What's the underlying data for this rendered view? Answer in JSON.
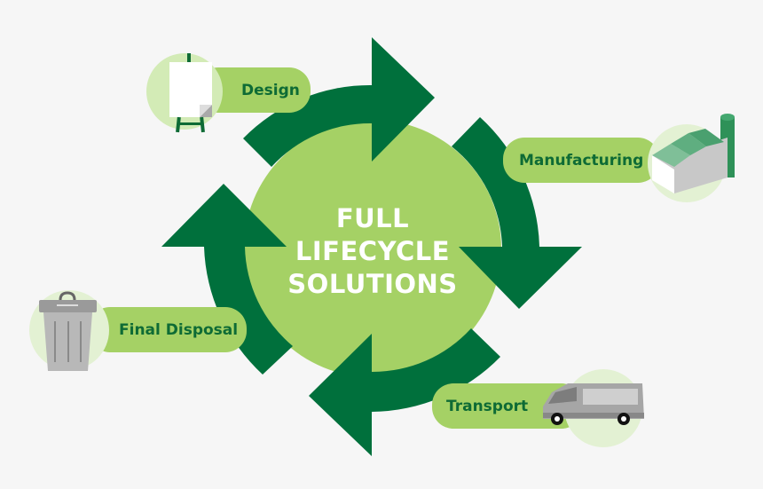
{
  "title": {
    "lines": [
      "FULL",
      "LIFECYCLE",
      "SOLUTIONS"
    ]
  },
  "stages": [
    {
      "label": "Design",
      "icon": "easel-icon"
    },
    {
      "label": "Manufacturing",
      "icon": "factory-icon"
    },
    {
      "label": "Transport",
      "icon": "van-icon"
    },
    {
      "label": "Final Disposal",
      "icon": "trash-can-icon"
    }
  ],
  "colors": {
    "background": "#f6f6f6",
    "arrow": "#00703c",
    "circle": "#a5d165",
    "pill": "#a5d165",
    "label_text": "#0e6b35",
    "icon_circle": "#d3ebb6",
    "center_text": "#ffffff"
  }
}
